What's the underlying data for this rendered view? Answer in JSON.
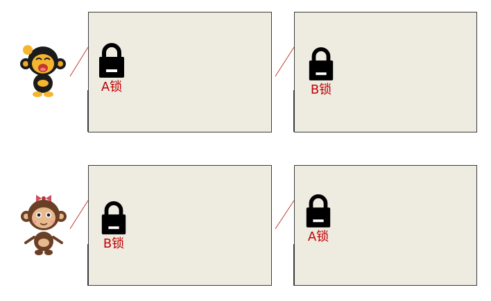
{
  "colors": {
    "door_fill": "#eeebe1",
    "door_border": "#3a3a3a",
    "lock_label": "#c00000",
    "connector": "#c0392b"
  },
  "rows": [
    {
      "person": "boy-monkey-icon",
      "locks": [
        {
          "label": "A锁",
          "icon": "padlock-icon"
        },
        {
          "label": "B锁",
          "icon": "padlock-icon"
        }
      ]
    },
    {
      "person": "girl-monkey-icon",
      "locks": [
        {
          "label": "B锁",
          "icon": "padlock-icon"
        },
        {
          "label": "A锁",
          "icon": "padlock-icon"
        }
      ]
    }
  ]
}
